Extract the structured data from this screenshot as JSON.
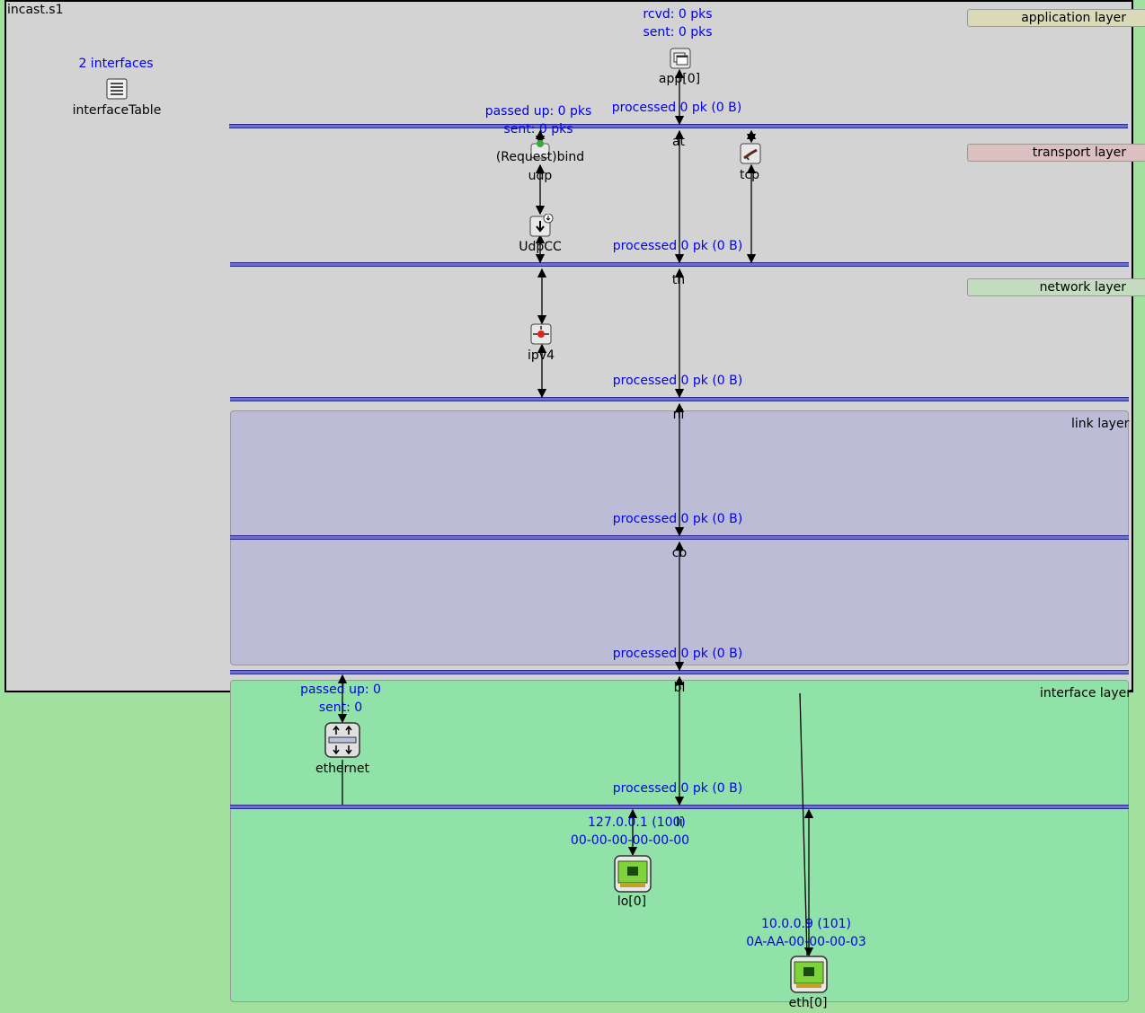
{
  "module": {
    "title": "incast.s1"
  },
  "layers": {
    "application": "application layer",
    "transport": "transport layer",
    "network": "network layer",
    "link": "link layer",
    "interface": "interface layer"
  },
  "interface_table": {
    "stat": "2 interfaces",
    "label": "interfaceTable"
  },
  "app": {
    "stat_rcvd": "rcvd: 0 pks",
    "stat_sent": "sent: 0 pks",
    "label": "app[0]"
  },
  "udp": {
    "stat_passed": "passed up: 0 pks",
    "stat_sent": "sent: 0 pks",
    "status": "(Request)bind",
    "label": "udp"
  },
  "udpcc": {
    "label": "UdpCC"
  },
  "tcp": {
    "label": "tcp"
  },
  "ipv4": {
    "label": "ipv4"
  },
  "ethernet": {
    "stat_passed": "passed up: 0",
    "stat_sent": "sent: 0",
    "label": "ethernet"
  },
  "dispatchers": {
    "at": {
      "stat": "processed 0 pk (0 B)",
      "label": "at"
    },
    "tn": {
      "stat": "processed 0 pk (0 B)",
      "label": "tn"
    },
    "nl": {
      "stat": "processed 0 pk (0 B)",
      "label": "nl"
    },
    "cb": {
      "stat": "processed 0 pk (0 B)",
      "label": "cb"
    },
    "bl": {
      "stat": "processed 0 pk (0 B)",
      "label": "bl"
    },
    "li": {
      "stat": "processed 0 pk (0 B)",
      "label": "li"
    }
  },
  "lo": {
    "addr": "127.0.0.1 (100)",
    "mac": "00-00-00-00-00-00",
    "label": "lo[0]"
  },
  "eth": {
    "addr": "10.0.0.9 (101)",
    "mac": "0A-AA-00-00-00-03",
    "label": "eth[0]"
  },
  "colors": {
    "stat_text": "#0000ee",
    "bus": "#6e6ecf",
    "link_bg": "#bcbcd6",
    "iface_bg": "#90e2a8",
    "module_bg": "#d3d3d3"
  }
}
